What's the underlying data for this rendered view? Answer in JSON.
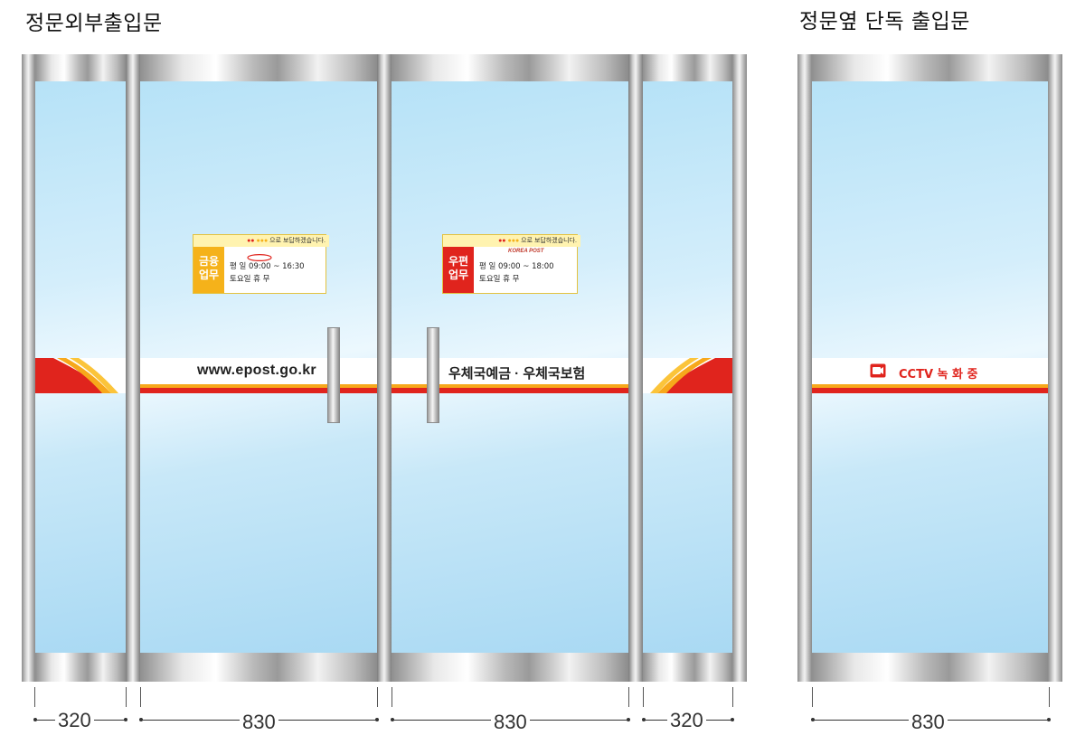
{
  "titles": {
    "left": "정문외부출입문",
    "right": "정문옆 단독 출입문"
  },
  "bands": {
    "url": "www.epost.go.kr",
    "brand": "우체국예금 · 우체국보험",
    "cctv": "CCTV 녹 화 중"
  },
  "sign_finance": {
    "top": "으로 보답하겠습니다.",
    "side": [
      "금융",
      "업무"
    ],
    "rows": [
      "평  일  09:00 ~ 16:30",
      "토요일     휴   무"
    ]
  },
  "sign_post": {
    "top": "으로 보답하겠습니다.",
    "logo": "KOREA POST",
    "side": [
      "우편",
      "업무"
    ],
    "rows": [
      "평  일  09:00 ~ 18:00",
      "토요일     휴   무"
    ]
  },
  "dimensions": [
    "320",
    "830",
    "830",
    "320",
    "830"
  ],
  "colors": {
    "brand_red": "#e0241d",
    "brand_orange": "#f7a81b",
    "finance_yellow": "#f5b21a"
  }
}
